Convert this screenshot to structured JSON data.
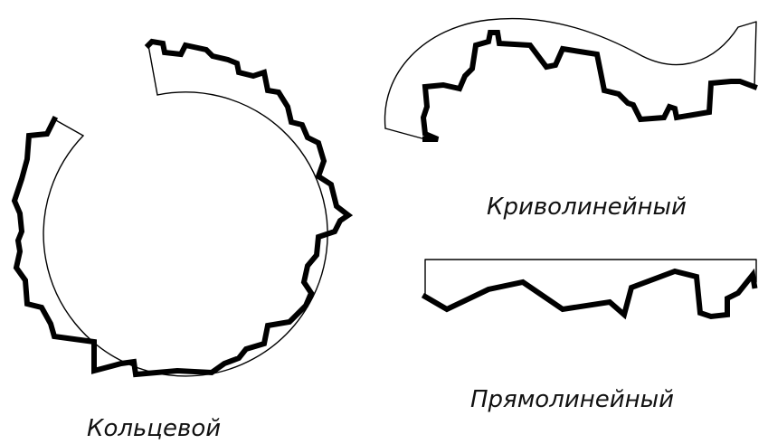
{
  "figure": {
    "shapes": [
      {
        "id": "ring",
        "caption": "Кольцевой"
      },
      {
        "id": "curved",
        "caption": "Криволинейный"
      },
      {
        "id": "straight",
        "caption": "Прямолинейный"
      }
    ],
    "ink_color": "#000000",
    "background": "#ffffff"
  }
}
